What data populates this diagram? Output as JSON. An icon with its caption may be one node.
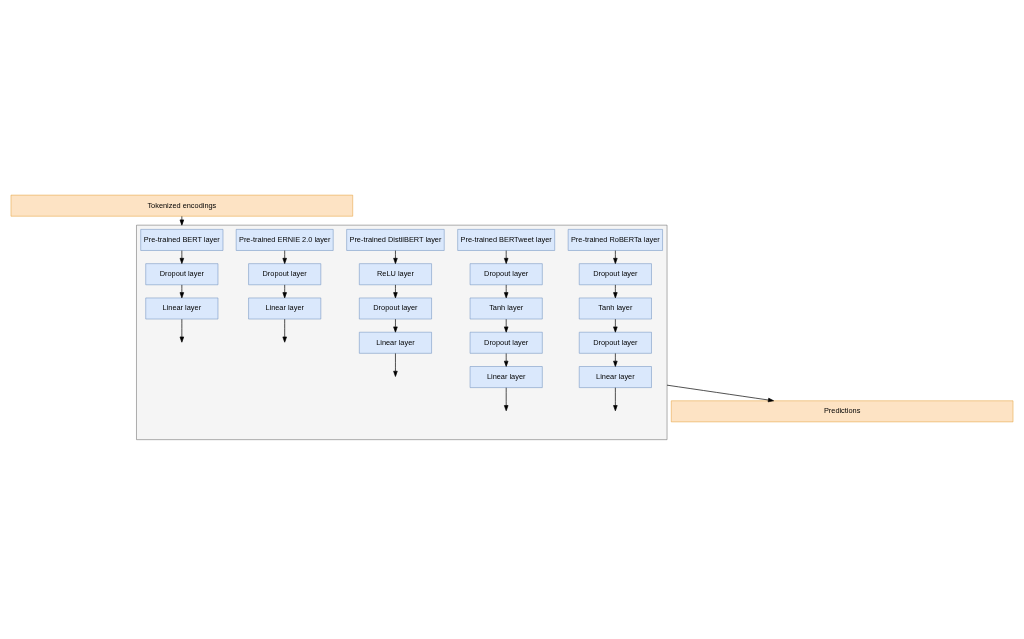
{
  "diagram": {
    "nodes": [
      {
        "text": [
          "Tokenized encodings"
        ]
      },
      {
        "text": [],
        "shape": "box"
      },
      {
        "text": [
          "Pre-trained BERT layer"
        ],
        "in": 1
      },
      {
        "text": [
          "Dropout layer"
        ],
        "in": 1
      },
      {
        "text": [
          "Linear layer"
        ],
        "in": 1
      },
      {
        "text": [
          "Pre-trained ERNIE 2.0 layer"
        ],
        "in": 1
      },
      {
        "text": [
          "Dropout layer"
        ],
        "in": 1
      },
      {
        "text": [
          "Linear layer"
        ],
        "in": 1
      },
      {
        "text": [
          "Pre-trained DistilBERT layer"
        ],
        "in": 1
      },
      {
        "text": [
          "ReLU layer"
        ],
        "in": 1
      },
      {
        "text": [
          "Dropout layer"
        ],
        "in": 1
      },
      {
        "text": [
          "Linear layer"
        ],
        "in": 1
      },
      {
        "text": [
          "Pre-trained BERTweet layer"
        ],
        "in": 1
      },
      {
        "text": [
          "Dropout layer"
        ],
        "in": 1
      },
      {
        "text": [
          "Tanh layer"
        ],
        "in": 1
      },
      {
        "text": [
          "Dropout layer"
        ],
        "in": 1
      },
      {
        "text": [
          "Linear layer"
        ],
        "in": 1
      },
      {
        "text": [
          "Pre-trained RoBERTa layer"
        ],
        "in": 1
      },
      {
        "text": [
          "Dropout layer"
        ],
        "in": 1
      },
      {
        "text": [
          "Tanh layer"
        ],
        "in": 1
      },
      {
        "text": [
          "Dropout layer"
        ],
        "in": 1
      },
      {
        "text": [
          "Linear layer"
        ],
        "in": 1
      },
      {
        "text": [
          "Predictions"
        ]
      }
    ],
    "edges": [
      {
        "from": 0,
        "to": 1,
        "arrow": "to"
      },
      {
        "from": 2,
        "to": 3,
        "arrow": "to"
      },
      {
        "from": 3,
        "to": 4,
        "arrow": "to"
      },
      {
        "from": 4,
        "to": null,
        "arrow": "to"
      },
      {
        "from": 5,
        "to": 6,
        "arrow": "to"
      },
      {
        "from": 6,
        "to": 7,
        "arrow": "to"
      },
      {
        "from": 7,
        "to": null,
        "arrow": "to"
      },
      {
        "from": 8,
        "to": 9,
        "arrow": "to"
      },
      {
        "from": 9,
        "to": 10,
        "arrow": "to"
      },
      {
        "from": 10,
        "to": 11,
        "arrow": "to"
      },
      {
        "from": 11,
        "to": null,
        "arrow": "to"
      },
      {
        "from": 12,
        "to": 13,
        "arrow": "to"
      },
      {
        "from": 13,
        "to": 14,
        "arrow": "to"
      },
      {
        "from": 14,
        "to": 15,
        "arrow": "to"
      },
      {
        "from": 15,
        "to": 16,
        "arrow": "to"
      },
      {
        "from": 16,
        "to": null,
        "arrow": "to"
      },
      {
        "from": 17,
        "to": 18,
        "arrow": "to"
      },
      {
        "from": 18,
        "to": 19,
        "arrow": "to"
      },
      {
        "from": 19,
        "to": 20,
        "arrow": "to"
      },
      {
        "from": 20,
        "to": 21,
        "arrow": "to"
      },
      {
        "from": 21,
        "to": null,
        "arrow": "to"
      },
      {
        "from": 1,
        "to": 22,
        "arrow": "to"
      }
    ]
  }
}
